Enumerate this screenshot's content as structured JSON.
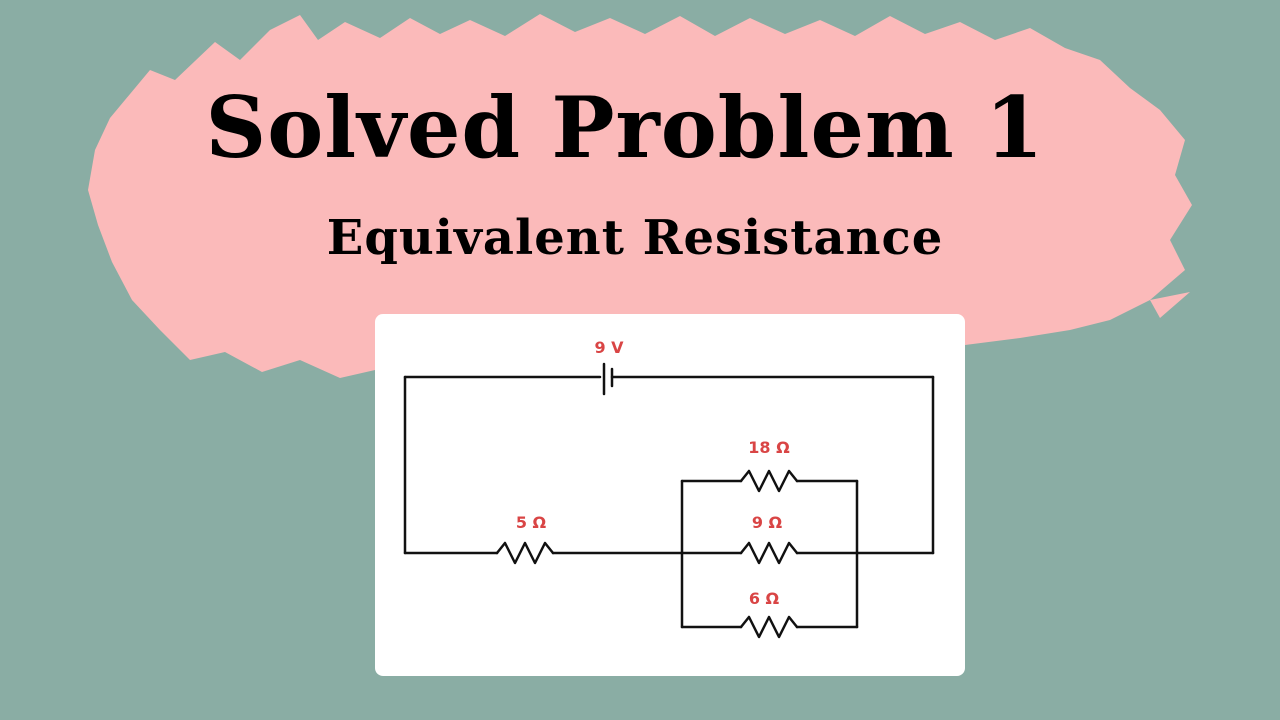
{
  "title": "Solved Problem 1",
  "subtitle": "Equivalent Resistance",
  "circuit": {
    "battery_label": "9 V",
    "series_resistor_label": "5 Ω",
    "parallel_resistors": [
      {
        "label": "18 Ω"
      },
      {
        "label": "9 Ω"
      },
      {
        "label": "6 Ω"
      }
    ]
  },
  "colors": {
    "background": "#8aada4",
    "brush": "#fbbaba",
    "label": "#d94545",
    "wire": "#111111",
    "card": "#ffffff"
  }
}
